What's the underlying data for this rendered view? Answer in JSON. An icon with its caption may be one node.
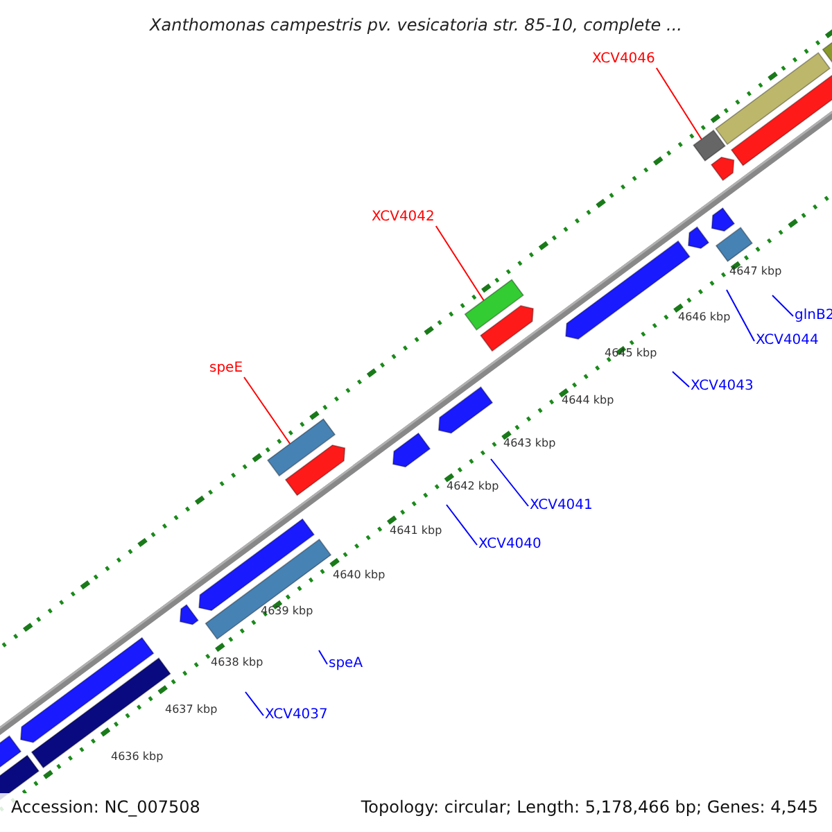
{
  "diagram": {
    "title": "Xanthomonas campestris pv. vesicatoria str. 85-10, complete ...",
    "nodes": [
      {
        "text": [
          "XCV4046"
        ]
      },
      {
        "text": [],
        "shape": "bar"
      },
      {
        "text": [
          "XCV4042"
        ]
      },
      {
        "text": [],
        "shape": "bar"
      },
      {
        "text": [
          "speE"
        ]
      },
      {
        "text": [],
        "shape": "bar"
      },
      {
        "text": [
          "glnB2"
        ]
      },
      {
        "text": [
          "XCV4044"
        ]
      },
      {
        "text": [
          "XCV4043"
        ]
      },
      {
        "text": [
          "XCV4041"
        ]
      },
      {
        "text": [
          "XCV4040"
        ]
      },
      {
        "text": [
          "speA"
        ]
      },
      {
        "text": [
          "XCV4037"
        ]
      }
    ],
    "edges": [
      {
        "from": 0,
        "to": 1,
        "arrow": "none",
        "color": "#ff0000"
      },
      {
        "from": 2,
        "to": 3,
        "arrow": "none",
        "color": "#ff0000"
      },
      {
        "from": 4,
        "to": 5,
        "arrow": "none",
        "color": "#ff0000"
      },
      {
        "from": 6,
        "to": null,
        "arrow": "none"
      },
      {
        "from": 7,
        "to": null,
        "arrow": "none"
      },
      {
        "from": 8,
        "to": null,
        "arrow": "none"
      },
      {
        "from": 9,
        "to": null,
        "arrow": "none"
      },
      {
        "from": 10,
        "to": null,
        "arrow": "none"
      },
      {
        "from": 11,
        "to": null,
        "arrow": "none"
      },
      {
        "from": 12,
        "to": null,
        "arrow": "none"
      }
    ],
    "labels": [
      "4647 kbp",
      "4646 kbp",
      "4645 kbp",
      "4644 kbp",
      "4643 kbp",
      "4642 kbp",
      "4641 kbp",
      "4640 kbp",
      "4639 kbp",
      "4638 kbp",
      "4637 kbp",
      "4636 kbp",
      "Accession: NC_007508",
      "Topology: circular; Length: 5,178,466 bp; Genes: 4,545"
    ]
  }
}
